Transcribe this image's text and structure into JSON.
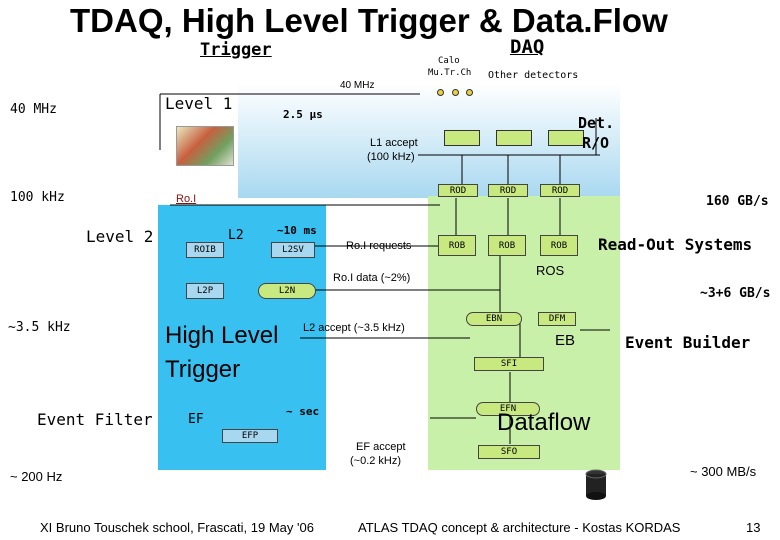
{
  "slide": {
    "title": "TDAQ, High Level Trigger & Data.Flow",
    "footer_left": "XI Bruno Touschek school, Frascati, 19 May '06",
    "footer_right": "ATLAS TDAQ concept & architecture - Kostas KORDAS",
    "page_number": "13"
  },
  "columns": {
    "trigger": "Trigger",
    "daq": "DAQ"
  },
  "rates": {
    "l1_in": "40 MHz",
    "l1_out": "100 kHz",
    "l2_out": "~3.5 kHz",
    "ef_out": "~ 200 Hz",
    "clock": "40 MHz",
    "ros_bw": "160 GB/s",
    "eb_bw": "~3+6 GB/s",
    "ef_bw": "~ 300 MB/s"
  },
  "level1": {
    "label": "Level 1",
    "latency": "2.5 μs",
    "accept": "L1 accept",
    "accept_rate": "(100 kHz)"
  },
  "detector": {
    "calo": "Calo",
    "mutrch": "Mu.Tr.Ch",
    "other": "Other detectors",
    "readout_line1": "Det.",
    "readout_line2": "R/O"
  },
  "level2": {
    "label": "Level 2",
    "l2_tag": "L2",
    "latency": "~10 ms",
    "roi": "Ro.I",
    "roib": "ROIB",
    "l2sv": "L2SV",
    "l2p": "L2P",
    "l2n": "L2N",
    "roi_requests": "Ro.I requests",
    "roi_data": "Ro.I data (~2%)",
    "l2_accept": "L2 accept (~3.5 kHz)"
  },
  "hlt": {
    "line1": "High Level",
    "line2": "Trigger"
  },
  "event_filter": {
    "label": "Event Filter",
    "ef": "EF",
    "efp": "EFP",
    "latency": "~ sec",
    "accept": "EF accept",
    "accept_rate": "(~0.2 kHz)"
  },
  "dataflow": {
    "rod": [
      "ROD",
      "ROD",
      "ROD"
    ],
    "rob": [
      "ROB",
      "ROB",
      "ROB"
    ],
    "ros": "ROS",
    "ros_label": "Read-Out Systems",
    "ebn": "EBN",
    "dfm": "DFM",
    "eb": "EB",
    "sfi": "SFI",
    "efn": "EFN",
    "sfo": "SFO",
    "eb_label": "Event Builder",
    "dataflow_label": "Dataflow"
  }
}
